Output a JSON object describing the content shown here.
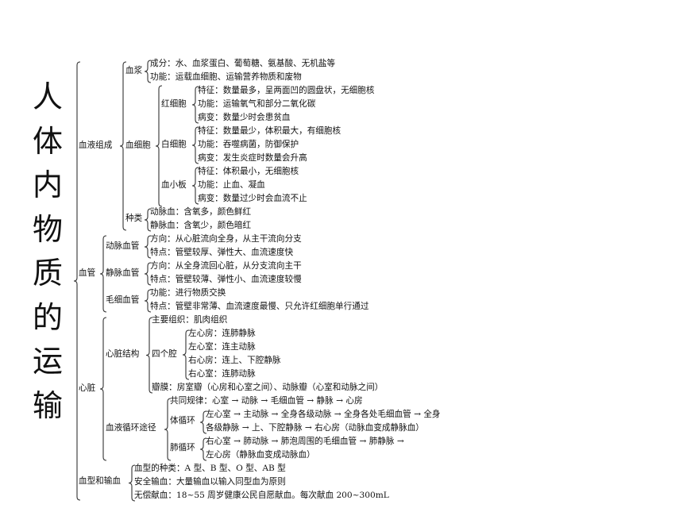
{
  "title": [
    "人",
    "体",
    "内",
    "物",
    "质",
    "的",
    "运",
    "输"
  ],
  "tree": {
    "blood": {
      "label": "血液组成",
      "plasma": {
        "label": "血浆",
        "items": [
          "成分：水、血浆蛋白、葡萄糖、氨基酸、无机盐等",
          "功能：运载血细胞、运输营养物质和废物"
        ]
      },
      "cells": {
        "label": "血细胞",
        "rbc": {
          "label": "红细胞",
          "items": [
            "特征：数量最多，呈两面凹的圆盘状，无细胞核",
            "功能：运输氧气和部分二氧化碳",
            "病变：数量少时会患贫血"
          ]
        },
        "wbc": {
          "label": "白细胞",
          "items": [
            "特征：数量最少，体积最大，有细胞核",
            "功能：吞噬病菌，防御保护",
            "病变：发生炎症时数量会升高"
          ]
        },
        "platelet": {
          "label": "血小板",
          "items": [
            "特征：体积最小，无细胞核",
            "功能：止血、凝血",
            "病变：数量过少时会血流不止"
          ]
        }
      },
      "types": {
        "label": "种类",
        "items": [
          "动脉血：含氧多，颜色鲜红",
          "静脉血：含氧少，颜色暗红"
        ]
      }
    },
    "vessels": {
      "label": "血管",
      "artery": {
        "label": "动脉血管",
        "items": [
          "方向：从心脏流向全身，从主干流向分支",
          "特点：管壁较厚、弹性大、血流速度快"
        ]
      },
      "vein": {
        "label": "静脉血管",
        "items": [
          "方向：从全身流回心脏，从分支流向主干",
          "特点：管壁较薄、弹性小、血流速度较慢"
        ]
      },
      "capillary": {
        "label": "毛细血管",
        "items": [
          "功能：进行物质交换",
          "特点：管壁非常薄、血流速度最慢、只允许红细胞单行通过"
        ]
      }
    },
    "heart": {
      "label": "心脏",
      "structure": {
        "label": "心脏结构",
        "main_tissue": "主要组织：肌肉组织",
        "chambers": {
          "label": "四个腔",
          "items": [
            "左心房：连肺静脉",
            "左心室：连主动脉",
            "右心房：连上、下腔静脉",
            "右心室：连肺动脉"
          ]
        },
        "valves": "瓣膜：房室瓣（心房和心室之间）、动脉瓣（心室和动脉之间）"
      },
      "circulation": {
        "label": "血液循环途径",
        "common": "共同规律：心室 → 动脉 → 毛细血管 → 静脉 → 心房",
        "systemic": {
          "label": "体循环",
          "items": [
            "左心室 → 主动脉 → 全身各级动脉 → 全身各处毛细血管 → 全身",
            "各级静脉 → 上、下腔静脉 → 右心房（动脉血变成静脉血）"
          ]
        },
        "pulmonary": {
          "label": "肺循环",
          "items": [
            "右心室 → 肺动脉 → 肺泡周围的毛细血管 → 肺静脉 →",
            "左心房（静脉血变成动脉血）"
          ]
        }
      }
    },
    "transfusion": {
      "label": "血型和输血",
      "items": [
        "血型的种类：A 型、B 型、O 型、AB 型",
        "安全输血：大量输血以输入同型血为原则",
        "无偿献血：18~55 周岁健康公民自愿献血。每次献血 200~300mL"
      ]
    }
  }
}
